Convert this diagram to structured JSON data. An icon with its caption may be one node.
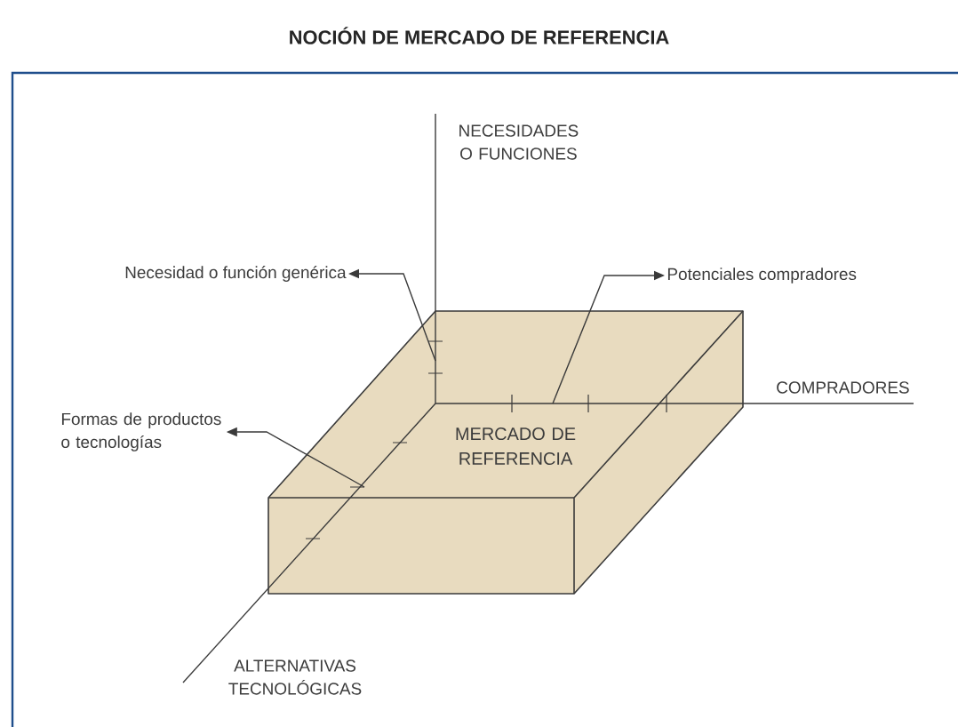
{
  "diagram": {
    "title": "NOCIÓN DE MERCADO DE REFERENCIA",
    "nodes": [
      {
        "text": [
          "MERCADO DE REFERENCIA"
        ]
      },
      {
        "text": [
          "Necesidad o función genérica"
        ]
      },
      {
        "text": [
          "Potenciales compradores"
        ]
      },
      {
        "text": [
          "Formas de productos o tecnologías"
        ]
      }
    ],
    "edges": [
      {
        "from": 0,
        "to": 1,
        "arrow": "to"
      },
      {
        "from": 0,
        "to": 2,
        "arrow": "to"
      },
      {
        "from": 0,
        "to": 3,
        "arrow": "to"
      }
    ],
    "labels": [
      "NECESIDADES O FUNCIONES",
      "COMPRADORES",
      "ALTERNATIVAS TECNOLÓGICAS"
    ]
  }
}
